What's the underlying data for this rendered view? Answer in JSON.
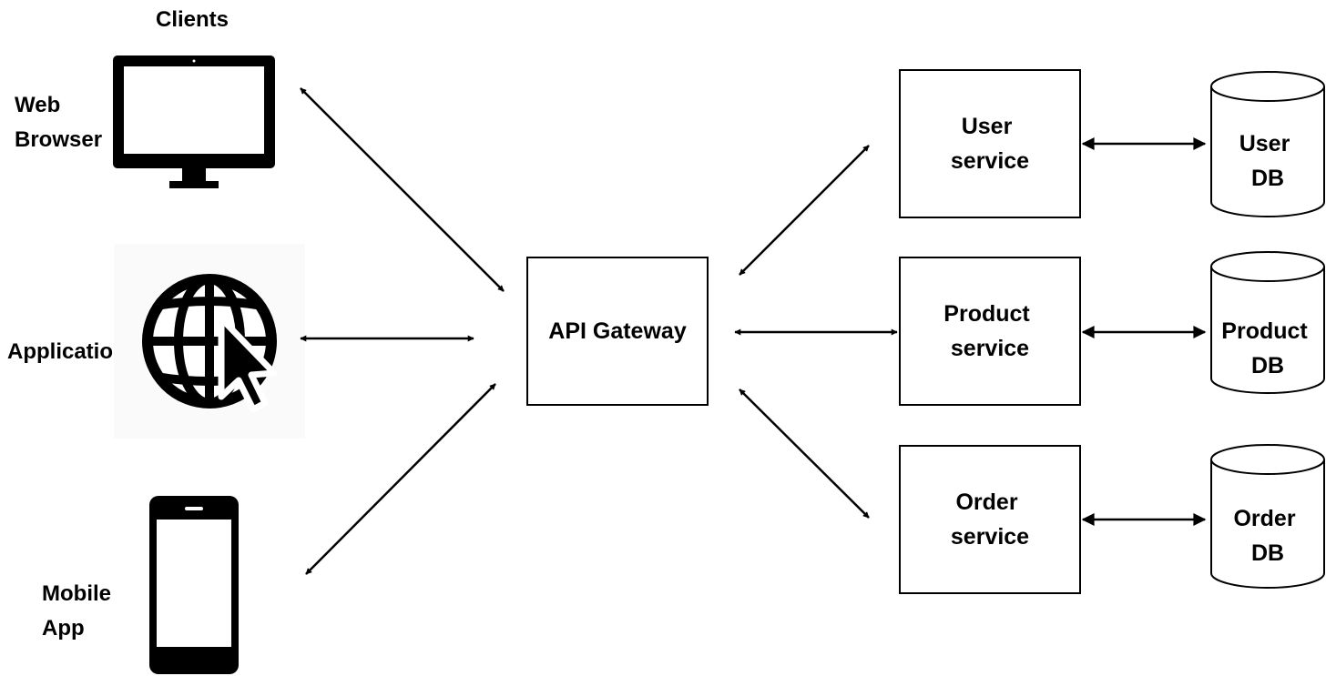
{
  "clients": {
    "heading": "Clients",
    "web_browser": [
      "Web",
      "Browser"
    ],
    "application": "Application",
    "mobile_app": [
      "Mobile",
      "App"
    ]
  },
  "gateway": {
    "label": "API Gateway"
  },
  "services": {
    "user": [
      "User",
      "service"
    ],
    "product": [
      "Product",
      "service"
    ],
    "order": [
      "Order",
      "service"
    ]
  },
  "databases": {
    "user": [
      "User",
      "DB"
    ],
    "product": [
      "Product",
      "DB"
    ],
    "order": [
      "Order",
      "DB"
    ]
  },
  "icons": {
    "web_browser": "monitor-icon",
    "application": "globe-cursor-icon",
    "mobile_app": "smartphone-icon",
    "database": "cylinder-icon"
  },
  "colors": {
    "stroke": "#000000",
    "background": "#ffffff"
  }
}
